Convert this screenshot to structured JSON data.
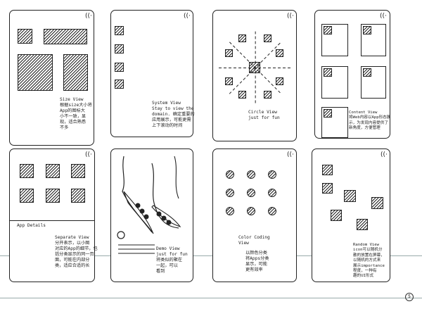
{
  "sketches": [
    {
      "id": "size",
      "note": "Size View\n根据size大小将\nApp的图标大\n小不一致，显\n现，适合熟悉\n不多"
    },
    {
      "id": "system",
      "note": "System View\nStay to view the\ndomain. 确定重要的\n应用展示，可能更需\n上下滚动的时间"
    },
    {
      "id": "circle",
      "note": "Circle View\njust for fun"
    },
    {
      "id": "content",
      "note": "Content View\n将Web内容以App形态展\n示，为发现内容提供了\n新角度，方便管理"
    },
    {
      "id": "separate",
      "note": "Separate View\n分开表示，以小图\n对应的App的细节，包\n括分类显示的同一页\n面，可能在内部分\n类，适应合适的长"
    },
    {
      "id": "demo",
      "note": "Demo View\njust for fun\n将类似的聚在\n一起，可以\n看到"
    },
    {
      "id": "color",
      "label": "Color Coding\nView",
      "note": "以颜色分类\n将Apps分类\n显示，可能\n更有效率"
    },
    {
      "id": "random",
      "note": "Random View\nicon可以随机分\n散的放置在屏幕，\n以随机的方式来\n展示importance\n程度，一种有\n趣的UI形式"
    }
  ],
  "labels": {
    "app_details": "App Details",
    "wifi": "((·",
    "page_number": "5"
  }
}
